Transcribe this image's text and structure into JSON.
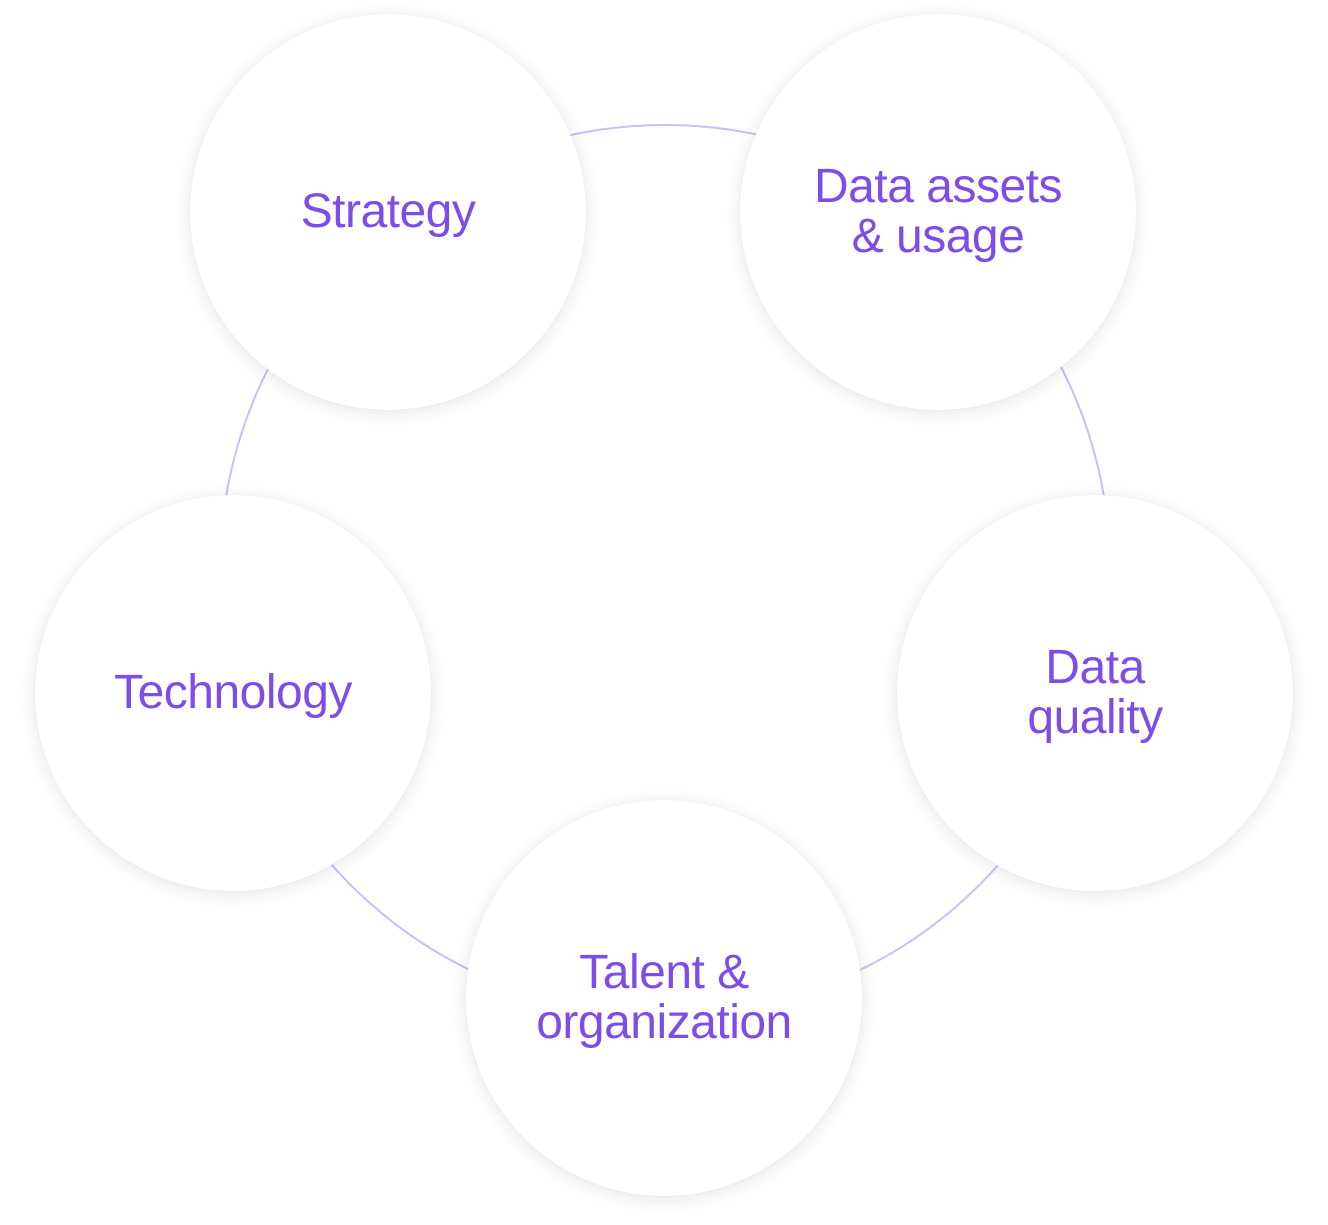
{
  "diagram": {
    "accent_color": "#7c4deb",
    "ring_color": "#cdbcf5",
    "nodes": [
      {
        "id": "strategy",
        "label": "Strategy"
      },
      {
        "id": "data-assets",
        "label": "Data assets\n& usage"
      },
      {
        "id": "data-quality",
        "label": "Data\nquality"
      },
      {
        "id": "talent",
        "label": "Talent &\norganization"
      },
      {
        "id": "technology",
        "label": "Technology"
      }
    ]
  }
}
